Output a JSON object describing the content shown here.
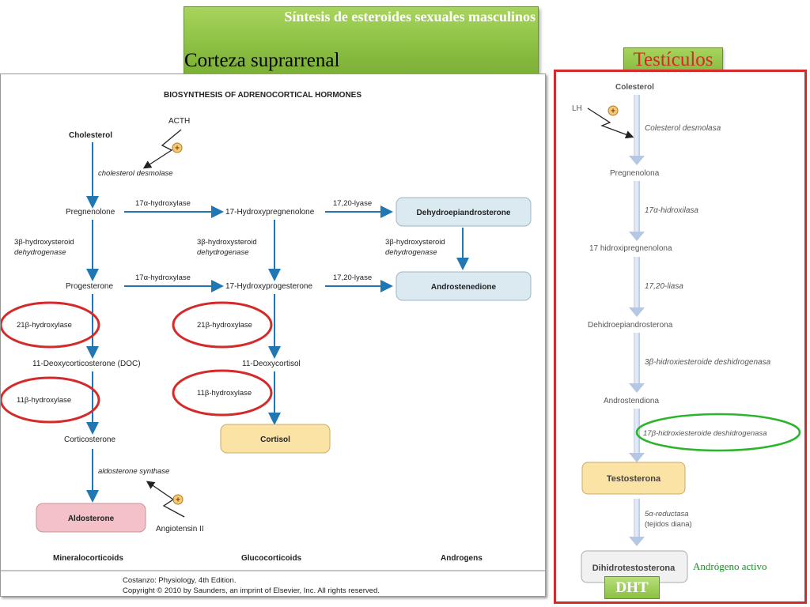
{
  "banner": {
    "title": "Síntesis de esteroides sexuales masculinos",
    "subtitle": "Corteza suprarrenal"
  },
  "testicle_tag": "Testículos",
  "adrenal": {
    "title": "BIOSYNTHESIS OF ADRENOCORTICAL HORMONES",
    "acth": "ACTH",
    "cholesterol": "Cholesterol",
    "desmolase": "cholesterol desmolase",
    "pregnenolone": "Pregnenolone",
    "hydroxylase17_a": "17α-hydroxylase",
    "hydroxypregnenolone": "17-Hydroxypregnenolone",
    "lyase_a": "17,20-lyase",
    "dhea": "Dehydroepiandrosterone",
    "hsd_a_1": "3β-hydroxysteroid",
    "hsd_a_2": "dehydrogenase",
    "hsd_b_1": "3β-hydroxysteroid",
    "hsd_b_2": "dehydrogenase",
    "hsd_c_1": "3β-hydroxysteroid",
    "hsd_c_2": "dehydrogenase",
    "progesterone": "Progesterone",
    "hydroxylase17_b": "17α-hydroxylase",
    "hydroxyprogesterone": "17-Hydroxyprogesterone",
    "lyase_b": "17,20-lyase",
    "androstenedione": "Androstenedione",
    "hydroxylase21_a": "21β-hydroxylase",
    "hydroxylase21_b": "21β-hydroxylase",
    "doc": "11-Deoxycorticosterone (DOC)",
    "deoxycortisol": "11-Deoxycortisol",
    "hydroxylase11_a": "11β-hydroxylase",
    "hydroxylase11_b": "11β-hydroxylase",
    "corticosterone": "Corticosterone",
    "cortisol": "Cortisol",
    "aldo_synthase": "aldosterone synthase",
    "aldosterone": "Aldosterone",
    "angiotensin": "Angiotensin II",
    "plus": "+",
    "col_mineralo": "Mineralocorticoids",
    "col_gluco": "Glucocorticoids",
    "col_andro": "Androgens",
    "credit_1": "Costanzo: Physiology, 4th Edition.",
    "credit_2": "Copyright © 2010 by Saunders, an imprint of Elsevier, Inc. All rights reserved."
  },
  "testis": {
    "cholesterol": "Colesterol",
    "lh": "LH",
    "plus": "+",
    "desmolase": "Colesterol desmolasa",
    "pregnenolone": "Pregnenolona",
    "hydroxilase17": "17α-hidroxilasa",
    "hydroxypregnenolone": "17 hidroxipregnenolona",
    "liase": "17,20-liasa",
    "dhea": "Dehidroepiandrosterona",
    "hsd3": "3β-hidroxiesteroide deshidrogenasa",
    "androstenedione": "Androstendiona",
    "hsd17": "17β-hidroxiesteroide deshidrogenasa",
    "testosterone": "Testosterona",
    "reductase": "5α-reductasa",
    "target": "(tejidos diana)",
    "dht_full": "Dihidrotestosterona",
    "active": "Andrógeno activo",
    "dht": "DHT"
  },
  "colors": {
    "arrow": "#1f78b4",
    "highlight_red": "#d42a2a",
    "highlight_green": "#2bb52b",
    "banner_green": "#8cc043"
  }
}
